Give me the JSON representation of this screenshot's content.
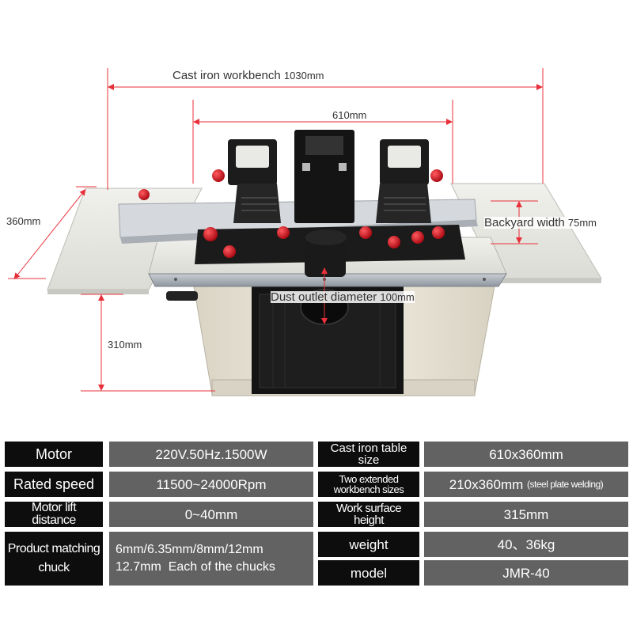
{
  "dimensions": {
    "workbench_label": "Cast iron workbench",
    "workbench_value": "1030mm",
    "table_width": "610mm",
    "depth": "360mm",
    "backyard_label": "Backyard width",
    "backyard_value": "75mm",
    "dust_label": "Dust outlet diameter",
    "dust_value": "100mm",
    "height": "310mm"
  },
  "colors": {
    "table_label_bg": "#0d0d0d",
    "table_value_bg": "#626262",
    "dimension_line": "#e8303a",
    "knob_red": "#d6101c",
    "body_cream": "#ece8db"
  },
  "specs": [
    {
      "label": "Motor",
      "value": "220V.50Hz.1500W",
      "label2": "Cast iron table size",
      "value2": "610x360mm"
    },
    {
      "label": "Rated speed",
      "value": "11500~24000Rpm",
      "label2": "Two extended workbench sizes",
      "value2": "210x360mm",
      "value2_note": "(steel plate welding)"
    },
    {
      "label": "Motor lift distance",
      "value": "0~40mm",
      "label2": "Work surface height",
      "value2": "315mm"
    },
    {
      "label": "Product matching chuck",
      "value": "6mm/6.35mm/8mm/12mm",
      "value_line2": "12.7mm  Each of the chucks",
      "label2": "weight",
      "value2": "40、36kg",
      "label3": "model",
      "value3": "JMR-40"
    }
  ]
}
